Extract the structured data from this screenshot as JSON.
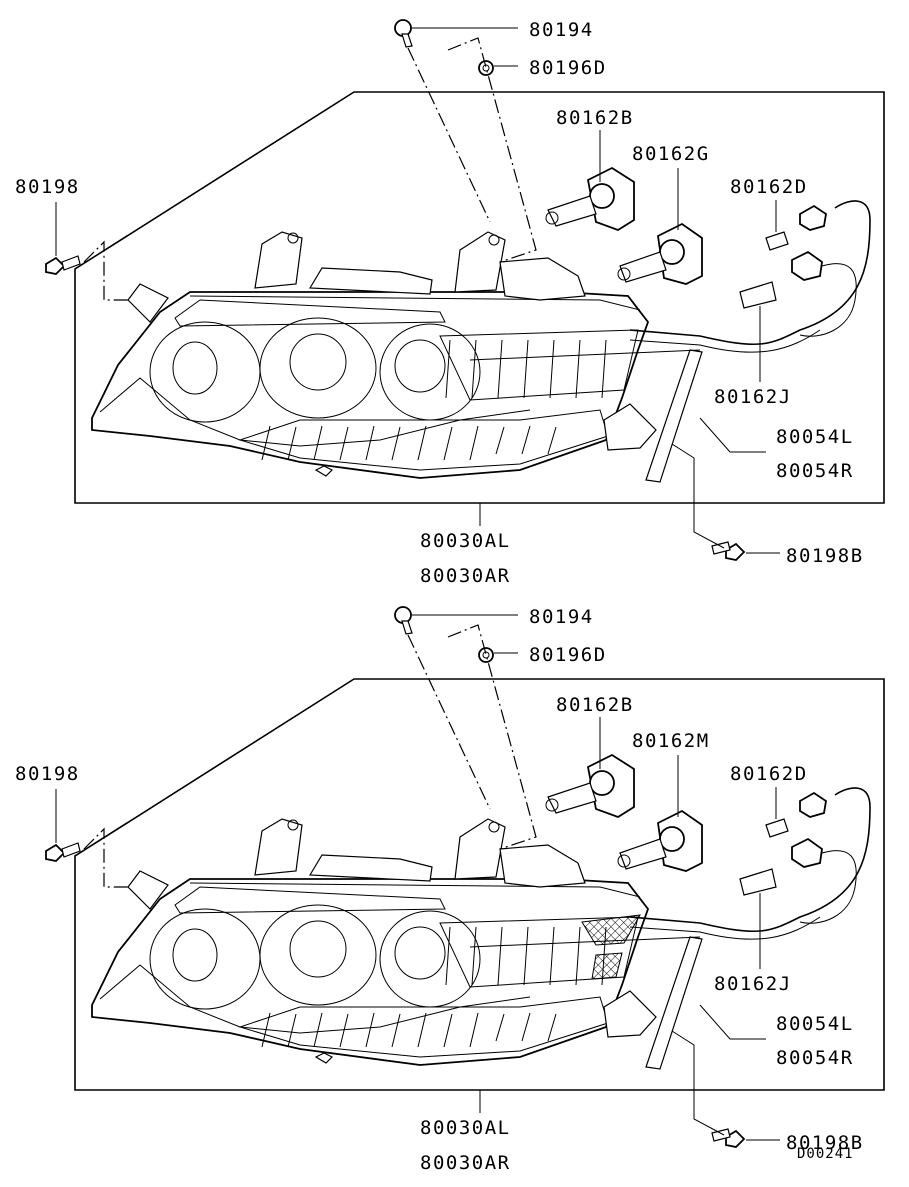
{
  "diagram_code": "D00241",
  "panels": [
    {
      "labels": {
        "p80194": "80194",
        "p80196d": "80196D",
        "p80162b": "80162B",
        "p80162g": "80162G",
        "p80162d": "80162D",
        "p80198": "80198",
        "p80162j": "80162J",
        "p80054l": "80054L",
        "p80054r": "80054R",
        "p80198b": "80198B",
        "p80030al": "80030AL",
        "p80030ar": "80030AR"
      }
    },
    {
      "labels": {
        "p80194": "80194",
        "p80196d": "80196D",
        "p80162b": "80162B",
        "p80162g": "80162M",
        "p80162d": "80162D",
        "p80198": "80198",
        "p80162j": "80162J",
        "p80054l": "80054L",
        "p80054r": "80054R",
        "p80198b": "80198B",
        "p80030al": "80030AL",
        "p80030ar": "80030AR"
      }
    }
  ]
}
